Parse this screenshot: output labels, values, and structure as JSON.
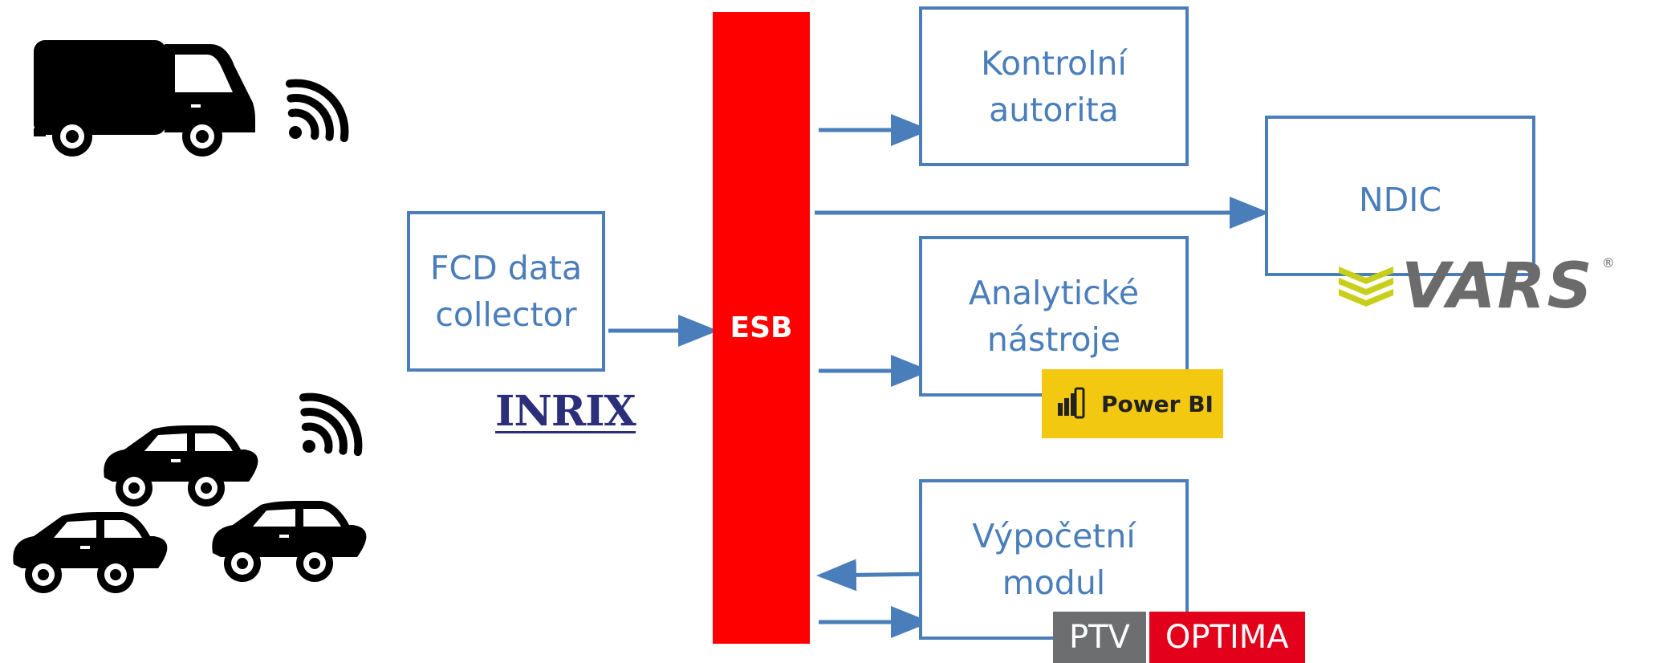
{
  "diagram": {
    "esb": {
      "label": "ESB",
      "color": "#ff0000"
    },
    "nodes": {
      "fcd": {
        "label": "FCD data\ncollector"
      },
      "kontrolni": {
        "label": "Kontrolní\nautorita"
      },
      "analyticke": {
        "label": "Analytické\nnástroje"
      },
      "vypocetni": {
        "label": "Výpočetní\nmodul"
      },
      "ndic": {
        "label": "NDIC"
      }
    },
    "logos": {
      "inrix": {
        "text": "INRIX"
      },
      "powerbi": {
        "text": "Power BI",
        "color": "#f2c811"
      },
      "ptv": {
        "left": "PTV",
        "right": "OPTIMA",
        "left_color": "#6d6e70",
        "right_color": "#e2001a"
      },
      "vars": {
        "text": "VARS",
        "mark": "®",
        "accent": "#c8cf1a"
      }
    },
    "icons": [
      "truck-icon",
      "car-icon",
      "wifi-signal-icon"
    ],
    "line_color": "#4a7ebb"
  }
}
